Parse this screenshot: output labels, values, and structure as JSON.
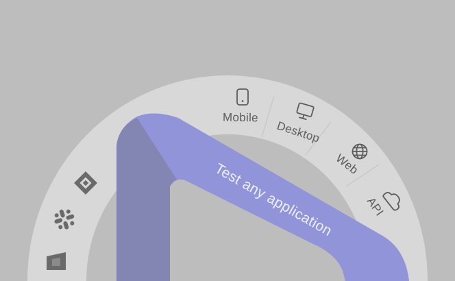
{
  "colors": {
    "background": "#bdbdbd",
    "arc": "#d8d8d8",
    "arc_divider": "#c9c9c9",
    "band_light": "#9194d9",
    "band_dark": "#8386b3",
    "label": "#5c5c5c",
    "logo": "#6a6a6a"
  },
  "segments": [
    {
      "label": "Mobile",
      "icon": "mobile-icon"
    },
    {
      "label": "Desktop",
      "icon": "desktop-icon"
    },
    {
      "label": "Web",
      "icon": "globe-icon"
    },
    {
      "label": "API",
      "icon": "cloud-icon"
    }
  ],
  "band": {
    "text": "Test any application"
  },
  "integrations": [
    {
      "icon": "jira-icon"
    },
    {
      "icon": "slack-icon"
    },
    {
      "icon": "app-logo-icon"
    }
  ]
}
